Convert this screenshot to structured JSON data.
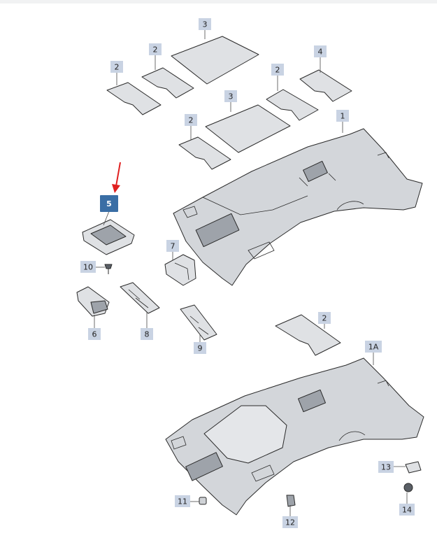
{
  "callouts": {
    "c1": "1",
    "c1a": "1A",
    "c2": "2",
    "c3": "3",
    "c4": "4",
    "c5": "5",
    "c6": "6",
    "c7": "7",
    "c8": "8",
    "c9": "9",
    "c10": "10",
    "c11": "11",
    "c12": "12",
    "c13": "13",
    "c14": "14"
  },
  "colors": {
    "highlight_label": "#3a6ea5",
    "label": "#c9d3e3",
    "arrow": "#e02020"
  }
}
